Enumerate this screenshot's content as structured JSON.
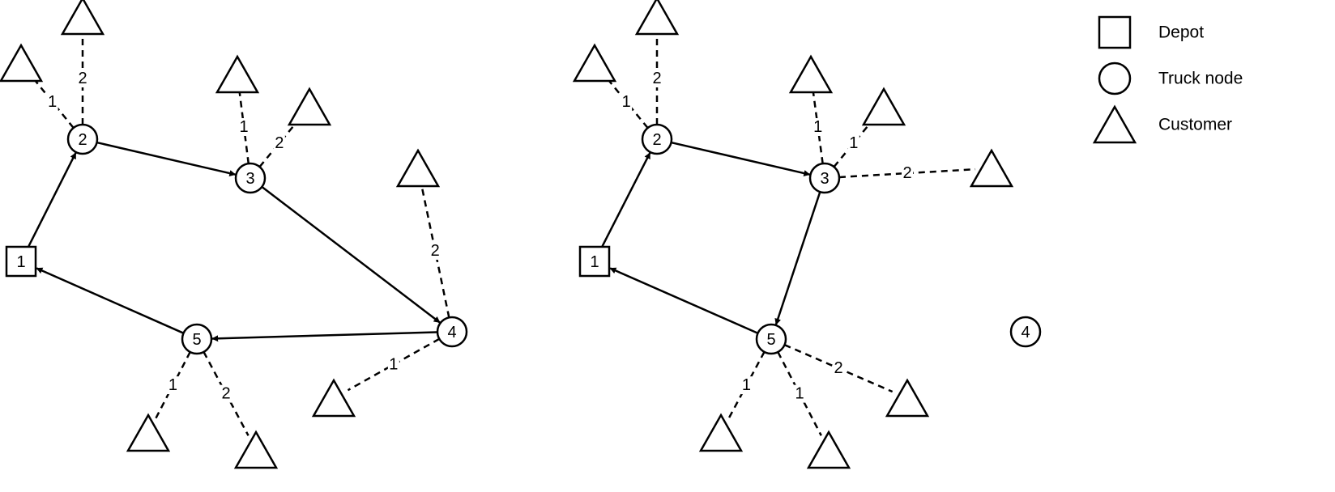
{
  "legend": [
    {
      "shape": "square",
      "label": "Depot"
    },
    {
      "shape": "circle",
      "label": "Truck node"
    },
    {
      "shape": "triangle",
      "label": "Customer"
    }
  ],
  "panels": [
    {
      "id": "left",
      "depot": {
        "label": "1"
      },
      "truck_nodes": [
        {
          "id": "n2",
          "label": "2"
        },
        {
          "id": "n3",
          "label": "3"
        },
        {
          "id": "n4",
          "label": "4"
        },
        {
          "id": "n5",
          "label": "5"
        }
      ],
      "truck_route": [
        "d1",
        "n2",
        "n3",
        "n4",
        "n5",
        "d1"
      ],
      "drone_links": [
        {
          "from": "n2",
          "customer": "c2a",
          "label": "1"
        },
        {
          "from": "n2",
          "customer": "c2b",
          "label": "2"
        },
        {
          "from": "n3",
          "customer": "c3a",
          "label": "1"
        },
        {
          "from": "n3",
          "customer": "c3b",
          "label": "2"
        },
        {
          "from": "n4",
          "customer": "c4a",
          "label": "2"
        },
        {
          "from": "n4",
          "customer": "c4b",
          "label": "1"
        },
        {
          "from": "n5",
          "customer": "c5a",
          "label": "1"
        },
        {
          "from": "n5",
          "customer": "c5b",
          "label": "2"
        }
      ]
    },
    {
      "id": "right",
      "depot": {
        "label": "1"
      },
      "truck_nodes": [
        {
          "id": "n2",
          "label": "2"
        },
        {
          "id": "n3",
          "label": "3"
        },
        {
          "id": "n4",
          "label": "4"
        },
        {
          "id": "n5",
          "label": "5"
        }
      ],
      "truck_route": [
        "d1",
        "n2",
        "n3",
        "n5",
        "d1"
      ],
      "drone_links": [
        {
          "from": "n2",
          "customer": "c2a",
          "label": "1"
        },
        {
          "from": "n2",
          "customer": "c2b",
          "label": "2"
        },
        {
          "from": "n3",
          "customer": "c3a",
          "label": "1"
        },
        {
          "from": "n3",
          "customer": "c3b",
          "label": "1"
        },
        {
          "from": "n3",
          "customer": "c3c",
          "label": "2"
        },
        {
          "from": "n5",
          "customer": "c5a",
          "label": "1"
        },
        {
          "from": "n5",
          "customer": "c5b",
          "label": "1"
        },
        {
          "from": "n5",
          "customer": "c5c",
          "label": "2"
        }
      ]
    }
  ]
}
